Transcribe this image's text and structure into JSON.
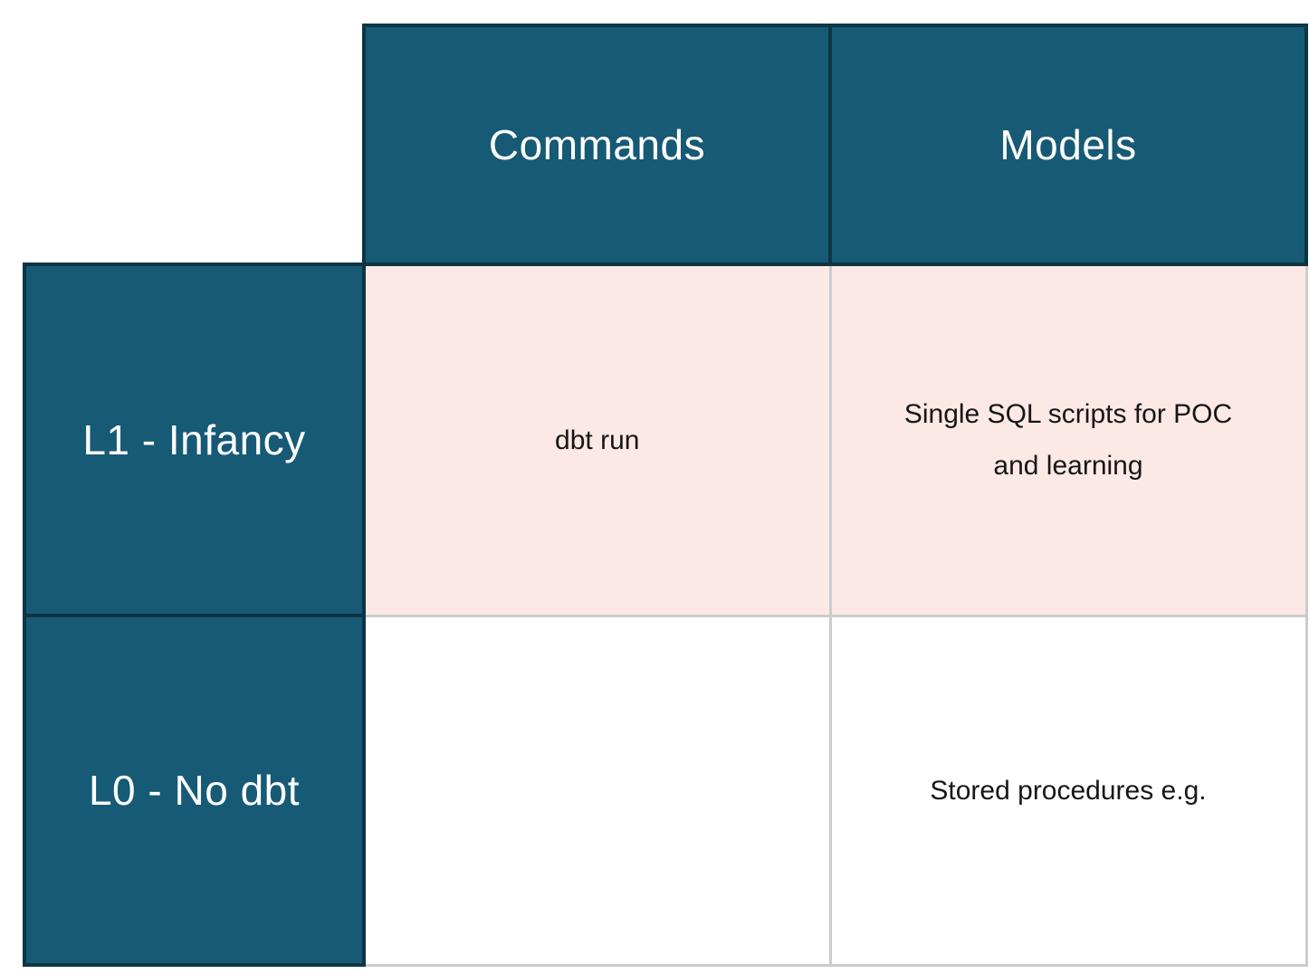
{
  "table": {
    "corner_label": "",
    "column_headers": [
      {
        "label": "Commands"
      },
      {
        "label": "Models"
      }
    ],
    "rows": [
      {
        "header": "L1 - Infancy",
        "cells": {
          "commands": "dbt run",
          "models_line1": "Single SQL scripts for POC",
          "models_line2": "and learning"
        }
      },
      {
        "header": "L0 - No dbt",
        "cells": {
          "commands": "",
          "models": "Stored procedures e.g."
        }
      }
    ],
    "colors": {
      "header_bg": "#175a75",
      "header_border": "#0d3544",
      "header_text": "#ffffff",
      "l1_row_bg": "#fce9e6",
      "l0_row_bg": "#ffffff",
      "grid_line": "#cccccc",
      "body_text": "#161616"
    }
  },
  "chart_data": {
    "type": "table",
    "columns": [
      "",
      "Commands",
      "Models"
    ],
    "rows": [
      [
        "L1 - Infancy",
        "dbt run",
        "Single SQL scripts for POC and learning"
      ],
      [
        "L0 - No dbt",
        "",
        "Stored procedures e.g."
      ]
    ]
  }
}
